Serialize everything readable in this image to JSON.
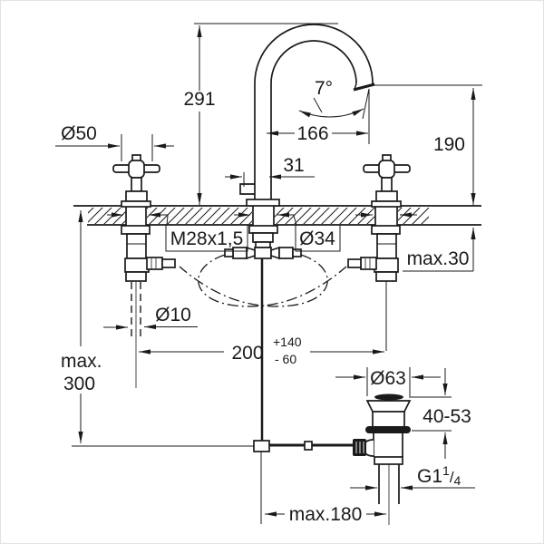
{
  "drawing": {
    "kind": "faucet-installation-dimension-drawing",
    "colors": {
      "line": "#1a1a1a",
      "background": "#ffffff"
    },
    "dims": {
      "spout_height": "291",
      "handle_diameter": "Ø50",
      "spout_reach": "166",
      "spout_angle": "7°",
      "outlet_height": "190",
      "spout_offset": "31",
      "deck_thread": "M28x1,5",
      "hole_diameter": "Ø34",
      "deck_thickness": "max.30",
      "pipe_diameter": "Ø10",
      "hole_spacing": "200",
      "hole_spacing_tol_plus": "+140",
      "hole_spacing_tol_minus": "- 60",
      "supply_length_word": "max.",
      "supply_length_value": "300",
      "waste_flange_diameter": "Ø63",
      "waste_height_range": "40-53",
      "waste_thread_base": "G1",
      "waste_thread_numerator": "1",
      "waste_thread_slash": "/",
      "waste_thread_denominator": "4",
      "lever_reach": "max.180"
    }
  }
}
